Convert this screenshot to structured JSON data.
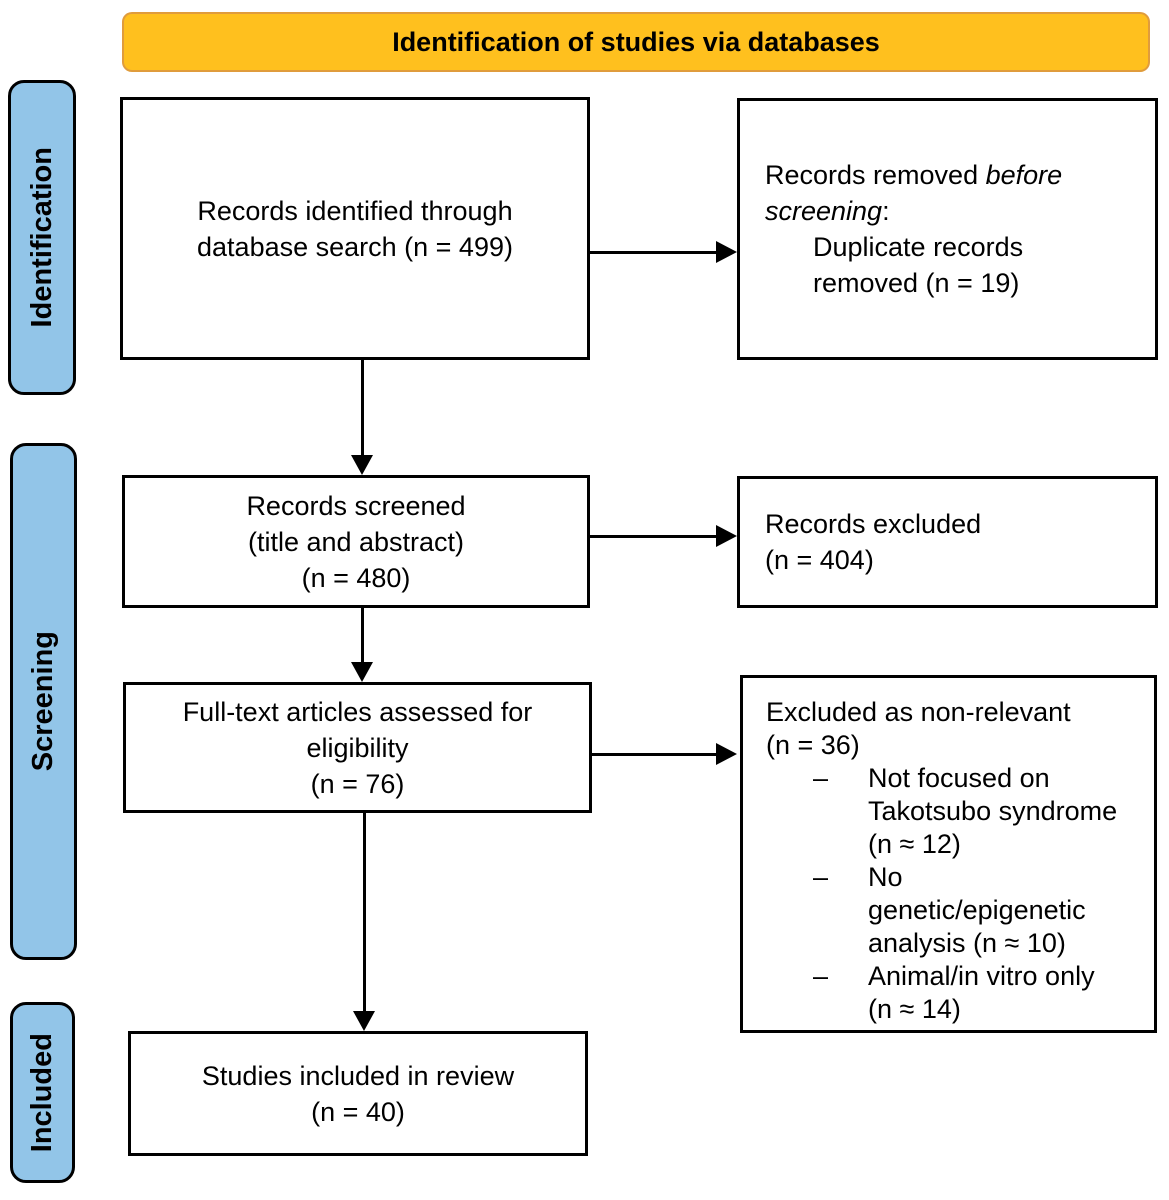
{
  "header": {
    "title": "Identification of studies via databases",
    "bg_color": "#FFC01E",
    "border_color": "#E09C3C"
  },
  "sidebar": {
    "fill_color": "#92C5E8",
    "stages": [
      {
        "label": "Identification"
      },
      {
        "label": "Screening"
      },
      {
        "label": "Included"
      }
    ]
  },
  "boxes": {
    "records_identified": {
      "lines": [
        "Records identified through",
        "database search (n = 499)"
      ]
    },
    "records_removed": {
      "prefix": "Records removed ",
      "italic": "before screening",
      "suffix": ":",
      "sub_lines": [
        "Duplicate records",
        "removed (n = 19)"
      ]
    },
    "records_screened": {
      "lines": [
        "Records screened",
        "(title and abstract)",
        "(n = 480)"
      ]
    },
    "records_excluded": {
      "lines": [
        "Records excluded",
        "(n = 404)"
      ]
    },
    "fulltext_assessed": {
      "lines": [
        "Full-text articles assessed for",
        "eligibility",
        "(n = 76)"
      ]
    },
    "excluded_nonrelevant": {
      "title_lines": [
        "Excluded as non-relevant",
        "(n = 36)"
      ],
      "bullet_char": "–",
      "items": [
        {
          "lines": [
            "Not focused on",
            "Takotsubo syndrome",
            "(n ≈ 12)"
          ]
        },
        {
          "lines": [
            "No",
            "genetic/epigenetic",
            "analysis (n ≈ 10)"
          ]
        },
        {
          "lines": [
            "Animal/in vitro only",
            "(n ≈ 14)"
          ]
        }
      ]
    },
    "studies_included": {
      "lines": [
        "Studies included in review",
        "(n = 40)"
      ]
    }
  }
}
